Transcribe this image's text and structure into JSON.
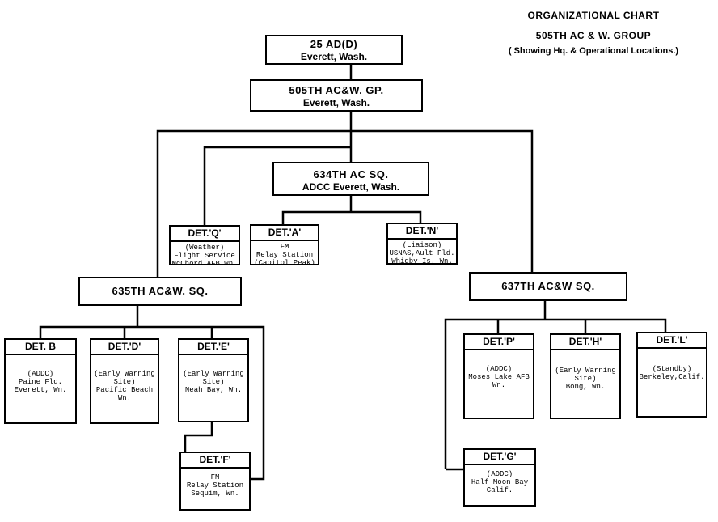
{
  "title": {
    "line1": "ORGANIZATIONAL CHART",
    "line2": "505TH AC & W. GROUP",
    "line3": "( Showing Hq. & Operational Locations.)"
  },
  "units": {
    "ad25": {
      "name": "25 AD(D)",
      "location": "Everett, Wash."
    },
    "gp505": {
      "name": "505TH AC&W. GP.",
      "location": "Everett, Wash."
    },
    "sq634": {
      "name": "634TH AC SQ.",
      "location": "ADCC Everett, Wash."
    },
    "sq635": {
      "name": "635TH AC&W. SQ."
    },
    "sq637": {
      "name": "637TH AC&W SQ."
    }
  },
  "detachments": {
    "q": {
      "name": "DET.'Q'",
      "body": "(Weather)\nFlight Service\nMcChord AFB,Wn."
    },
    "a": {
      "name": "DET.'A'",
      "body": "FM\nRelay Station\n(Capitol Peak)"
    },
    "n": {
      "name": "DET.'N'",
      "body": "(Liaison)\nUSNAS,Ault Fld.\nWhidby Is. Wn."
    },
    "b": {
      "name": "DET. B",
      "body": "(ADDC)\nPaine Fld.\nEverett, Wn."
    },
    "d": {
      "name": "DET.'D'",
      "body": "(Early Warning\nSite)\nPacific Beach\nWn."
    },
    "e": {
      "name": "DET.'E'",
      "body": "(Early Warning\nSite)\nNeah Bay, Wn."
    },
    "f": {
      "name": "DET.'F'",
      "body": "FM\nRelay Station\nSequim, Wn."
    },
    "p": {
      "name": "DET.'P'",
      "body": "(ADDC)\nMoses Lake AFB\nWn."
    },
    "h": {
      "name": "DET.'H'",
      "body": "(Early Warning\nSite)\nBong, Wn."
    },
    "l": {
      "name": "DET.'L'",
      "body": "(Standby)\nBerkeley,Calif."
    },
    "g": {
      "name": "DET.'G'",
      "body": "(ADDC)\nHalf Moon Bay\nCalif."
    }
  }
}
